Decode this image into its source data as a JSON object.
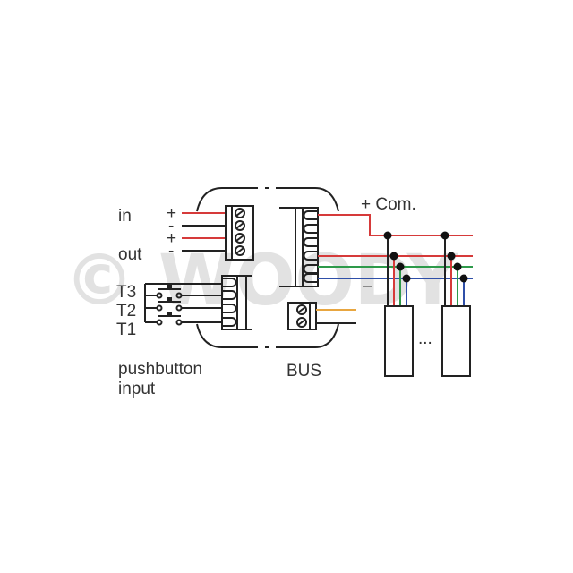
{
  "watermark": "© WOODY",
  "labels": {
    "in": "in",
    "out": "out",
    "plus": "+",
    "minus": "-",
    "t3": "T3",
    "t2": "T2",
    "t1": "T1",
    "pushbutton": "pushbutton",
    "input": "input",
    "bus": "BUS",
    "com": "+ Com.",
    "com_minus": "–",
    "ellipsis": "..."
  },
  "colors": {
    "red": "#d63a3a",
    "green": "#2e9a4a",
    "blue": "#2f4fa8",
    "orange": "#e8a640",
    "black": "#222222"
  }
}
